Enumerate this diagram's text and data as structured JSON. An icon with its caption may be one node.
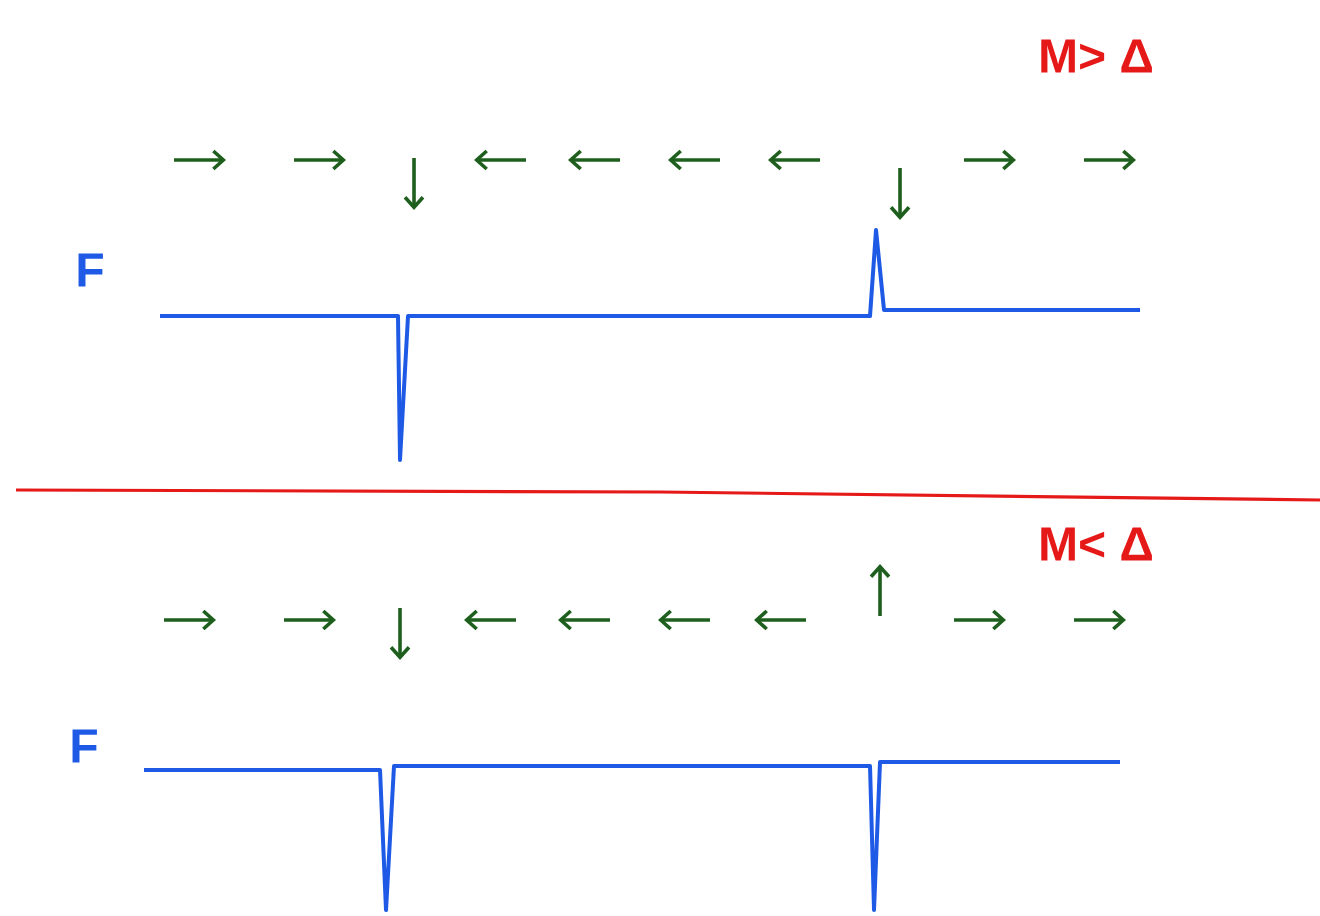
{
  "diagram": {
    "labels": [
      "M> Δ",
      "F",
      "M< Δ",
      "F"
    ]
  }
}
